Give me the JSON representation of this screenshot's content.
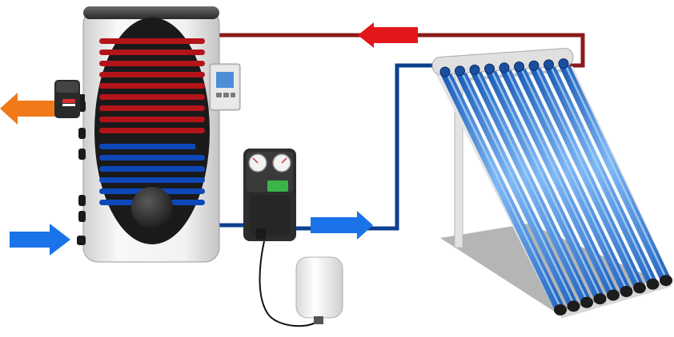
{
  "colors": {
    "hot_pipe": "#8b1a1a",
    "cold_pipe": "#0d3f8f",
    "hot_arrow": "#e3161b",
    "cold_arrow": "#1a73e8",
    "outlet_arrow": "#f07a1a",
    "inlet_arrow": "#1a73e8",
    "tube": "#3d8ee6",
    "tank_body": "#efefef",
    "tank_interior": "#1a1a1a",
    "hot_coil": "#b3141a",
    "cold_coil": "#0e47b8",
    "display_screen": "#4c8fd6",
    "pump_screen": "#3bb54a",
    "ground_shadow": "#b5b5b5"
  },
  "icons": {
    "hot_flow": "arrow-left-icon",
    "cold_flow": "arrow-right-icon",
    "outlet": "arrow-left-icon",
    "inlet": "arrow-right-icon"
  },
  "collector": {
    "tube_count": 9
  },
  "tank": {
    "hot_coil_count": 9,
    "cold_coil_count": 6
  },
  "pump_station": {
    "gauge_count": 2
  }
}
